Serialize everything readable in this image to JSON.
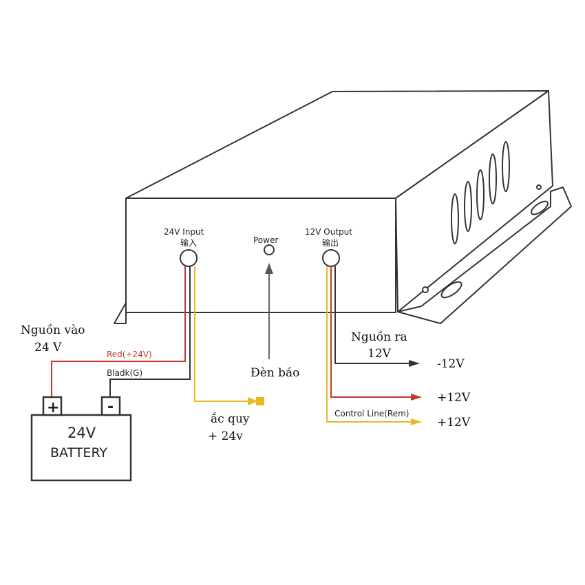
{
  "device": {
    "input_label": "24V  Input",
    "input_cn": "输入",
    "power_label": "Power",
    "output_label": "12V Output",
    "output_cn": "输出"
  },
  "annotations": {
    "source_in_line1": "Nguồn vào",
    "source_in_line2": "24 V",
    "red_wire": "Red(+24V)",
    "black_wire": "Bladk(G)",
    "indicator": "Đèn báo",
    "battery_line1": "ắc quy",
    "battery_line2": "+ 24v",
    "source_out_line1": "Nguồn ra",
    "source_out_line2": "12V",
    "control_line": "Control Line(Rem)",
    "out_neg": "-12V",
    "out_pos": "+12V",
    "out_ctrl": "+12V"
  },
  "battery": {
    "plus": "+",
    "minus": "-",
    "voltage": "24V",
    "name": "BATTERY"
  },
  "colors": {
    "red_wire": "#c0392b",
    "yellow_wire": "#e8b923",
    "black_wire": "#333333",
    "outline": "#333333"
  }
}
